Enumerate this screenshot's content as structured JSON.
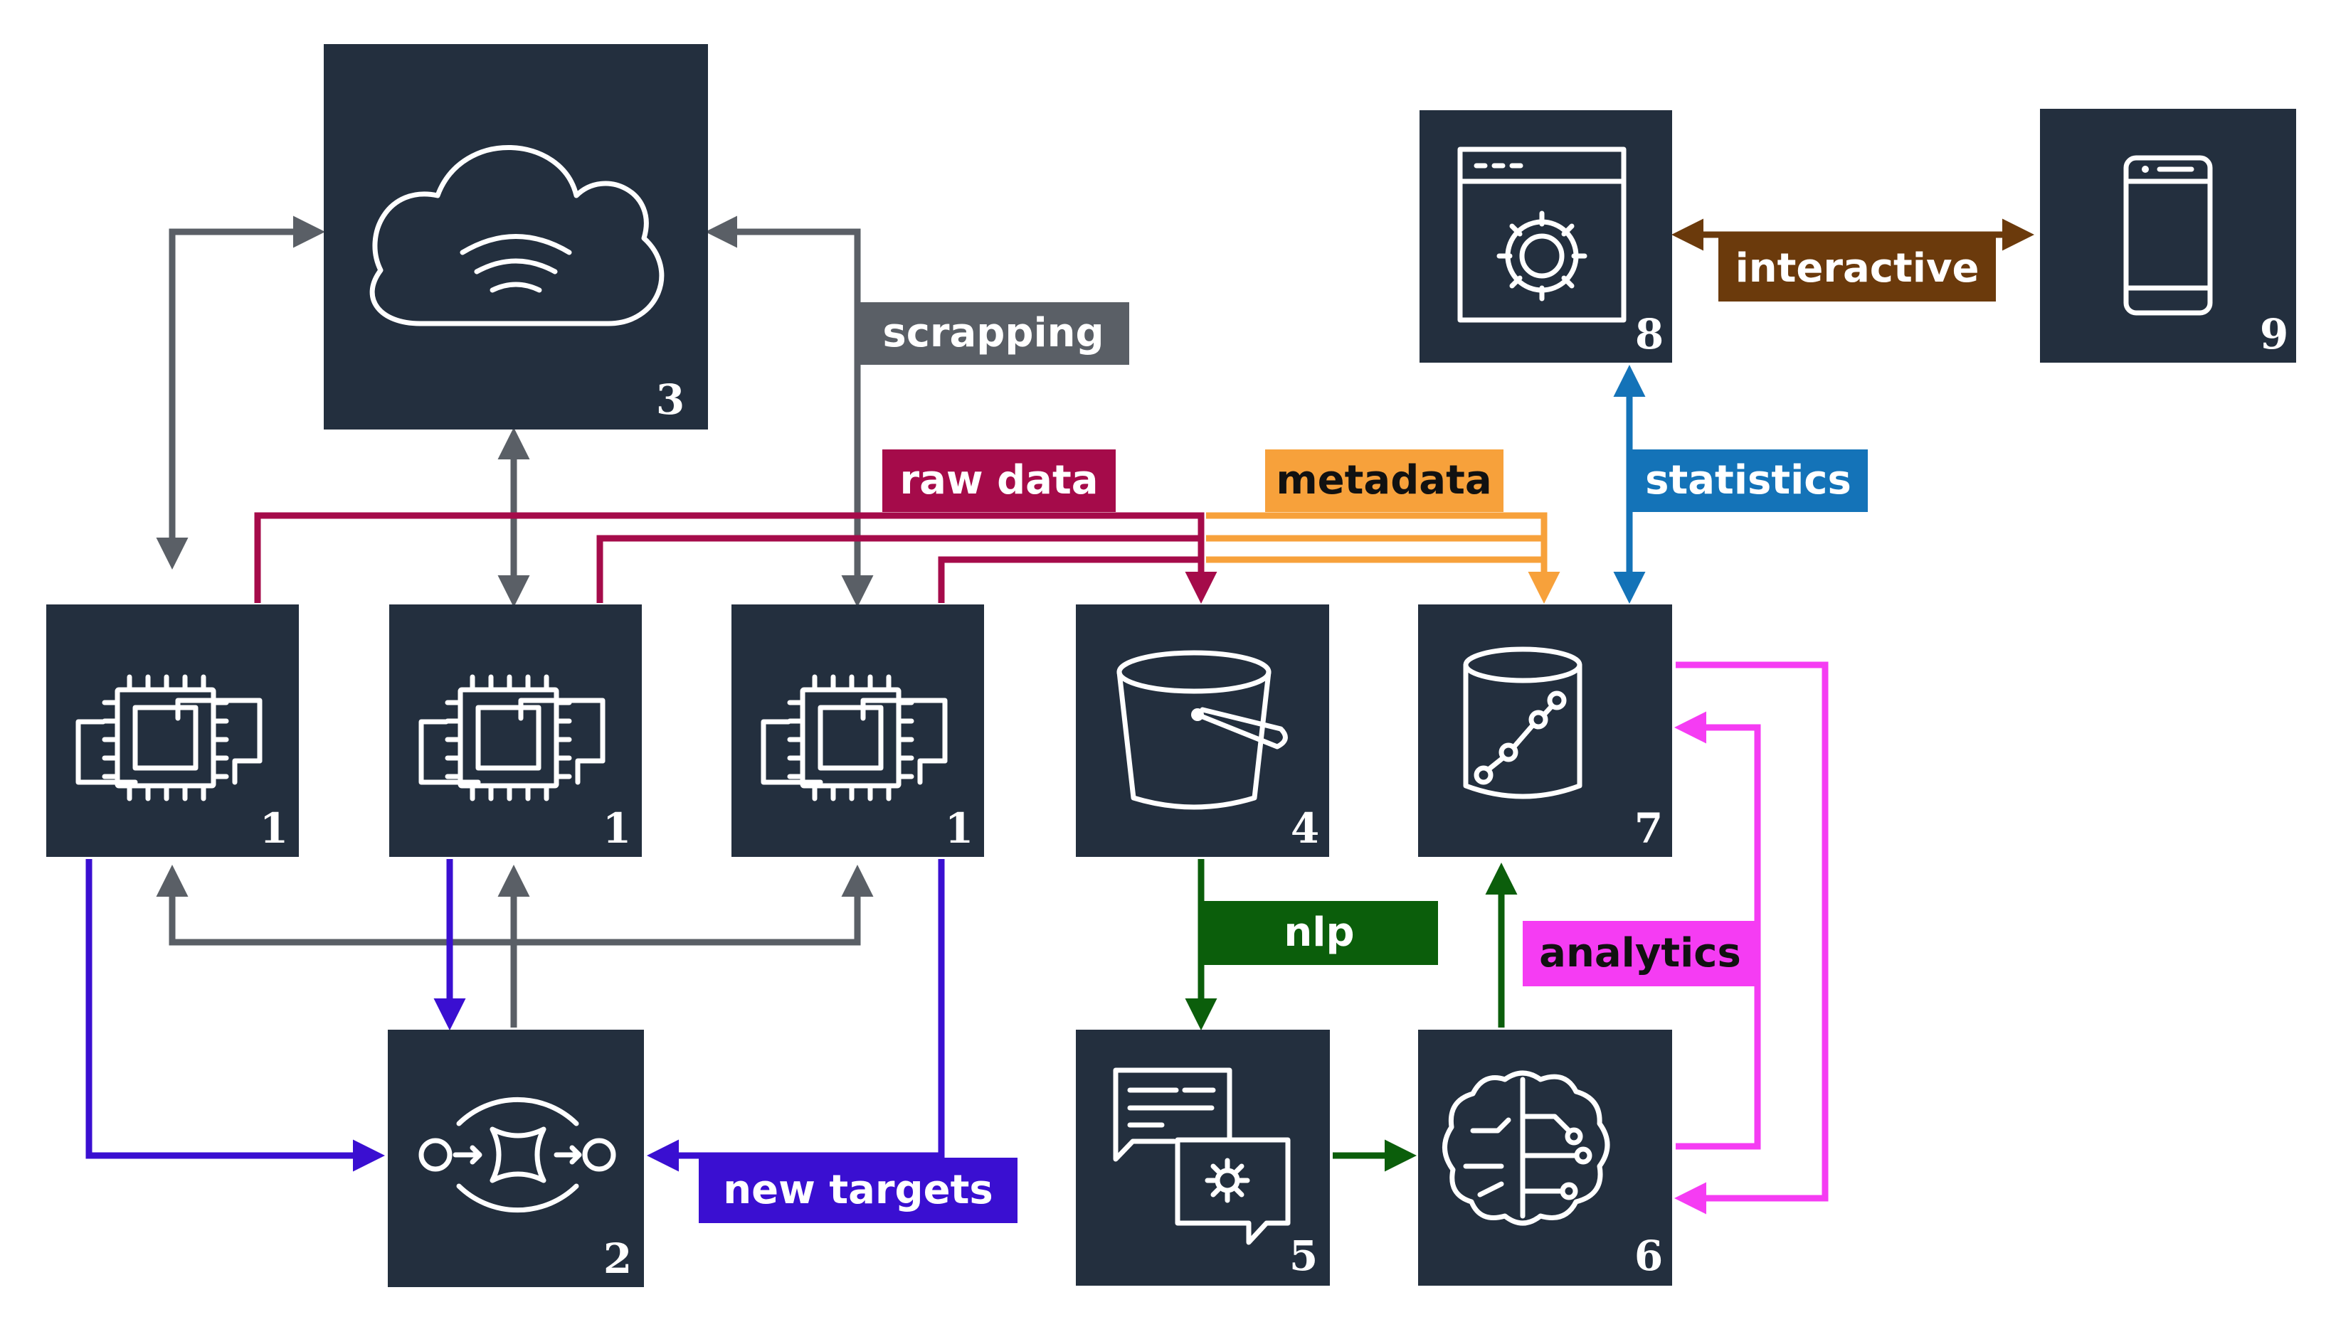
{
  "nodes": [
    {
      "id": "n3",
      "number": "3",
      "icon": "cloud-wifi-icon"
    },
    {
      "id": "n8",
      "number": "8",
      "icon": "app-settings-window-icon"
    },
    {
      "id": "n9",
      "number": "9",
      "icon": "mobile-phone-icon"
    },
    {
      "id": "n1a",
      "number": "1",
      "icon": "compute-instances-icon"
    },
    {
      "id": "n1b",
      "number": "1",
      "icon": "compute-instances-icon"
    },
    {
      "id": "n1c",
      "number": "1",
      "icon": "compute-instances-icon"
    },
    {
      "id": "n4",
      "number": "4",
      "icon": "storage-bucket-icon"
    },
    {
      "id": "n7",
      "number": "7",
      "icon": "analytics-database-icon"
    },
    {
      "id": "n2",
      "number": "2",
      "icon": "message-queue-icon"
    },
    {
      "id": "n5",
      "number": "5",
      "icon": "nlp-comprehend-icon"
    },
    {
      "id": "n6",
      "number": "6",
      "icon": "machine-learning-brain-icon"
    }
  ],
  "labels": {
    "scrapping": "scrapping",
    "raw_data": "raw data",
    "metadata": "metadata",
    "statistics": "statistics",
    "interactive": "interactive",
    "nlp": "nlp",
    "analytics": "analytics",
    "new_targets": "new targets"
  },
  "colors": {
    "node": "#232f3e",
    "scrapping": "#5a5f66",
    "raw_data": "#a50b4a",
    "metadata": "#f7a13b",
    "statistics": "#1473b8",
    "interactive": "#6b3a0c",
    "nlp": "#0b5e0b",
    "analytics": "#f53cf3",
    "new_targets": "#3a0fd1"
  }
}
